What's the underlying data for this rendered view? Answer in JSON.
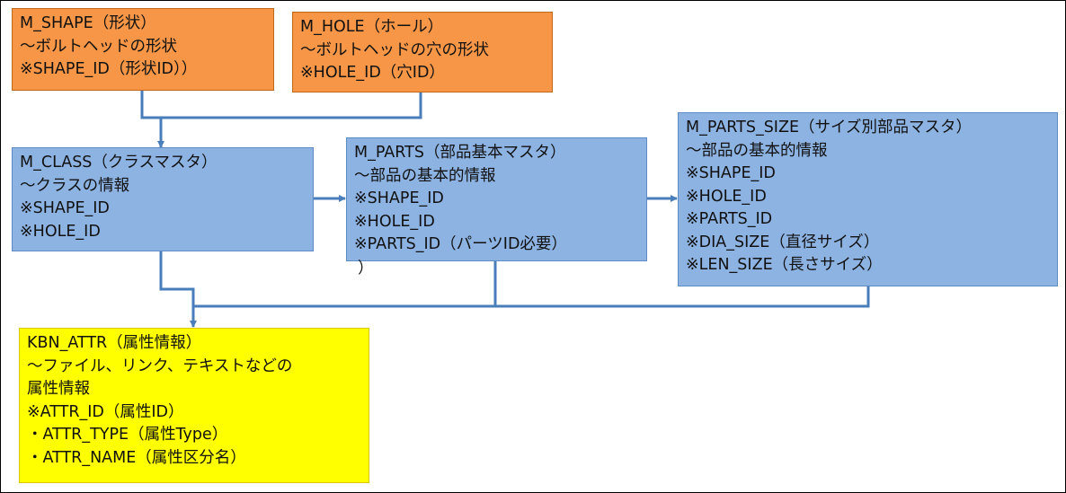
{
  "colors": {
    "orange_box": "#f79646",
    "blue_box": "#8db3e2",
    "yellow_box": "#ffff00",
    "connector": "#4a7ebb"
  },
  "boxes": {
    "shape": {
      "lines": [
        "M_SHAPE（形状）",
        "～ボルトヘッドの形状",
        "※SHAPE_ID（形状ID））"
      ]
    },
    "hole": {
      "lines": [
        "M_HOLE（ホール）",
        "～ボルトヘッドの穴の形状",
        "※HOLE_ID（穴ID）"
      ]
    },
    "class": {
      "lines": [
        "M_CLASS（クラスマスタ）",
        "～クラスの情報",
        "※SHAPE_ID",
        "※HOLE_ID"
      ]
    },
    "parts": {
      "lines": [
        "M_PARTS（部品基本マスタ）",
        "～部品の基本的情報",
        "※SHAPE_ID",
        "※HOLE_ID",
        "※PARTS_ID（パーツID必要）"
      ],
      "overflow": "）"
    },
    "parts_size": {
      "lines": [
        "M_PARTS_SIZE（サイズ別部品マスタ）",
        "～部品の基本的情報",
        "※SHAPE_ID",
        "※HOLE_ID",
        "※PARTS_ID",
        "※DIA_SIZE（直径サイズ）",
        "※LEN_SIZE（長さサイズ）"
      ]
    },
    "attr": {
      "lines": [
        "KBN_ATTR（属性情報）",
        "～ファイル、リンク、テキストなどの",
        "属性情報",
        "※ATTR_ID（属性ID）",
        "・ATTR_TYPE（属性Type）",
        "・ATTR_NAME（属性区分名）"
      ]
    }
  }
}
